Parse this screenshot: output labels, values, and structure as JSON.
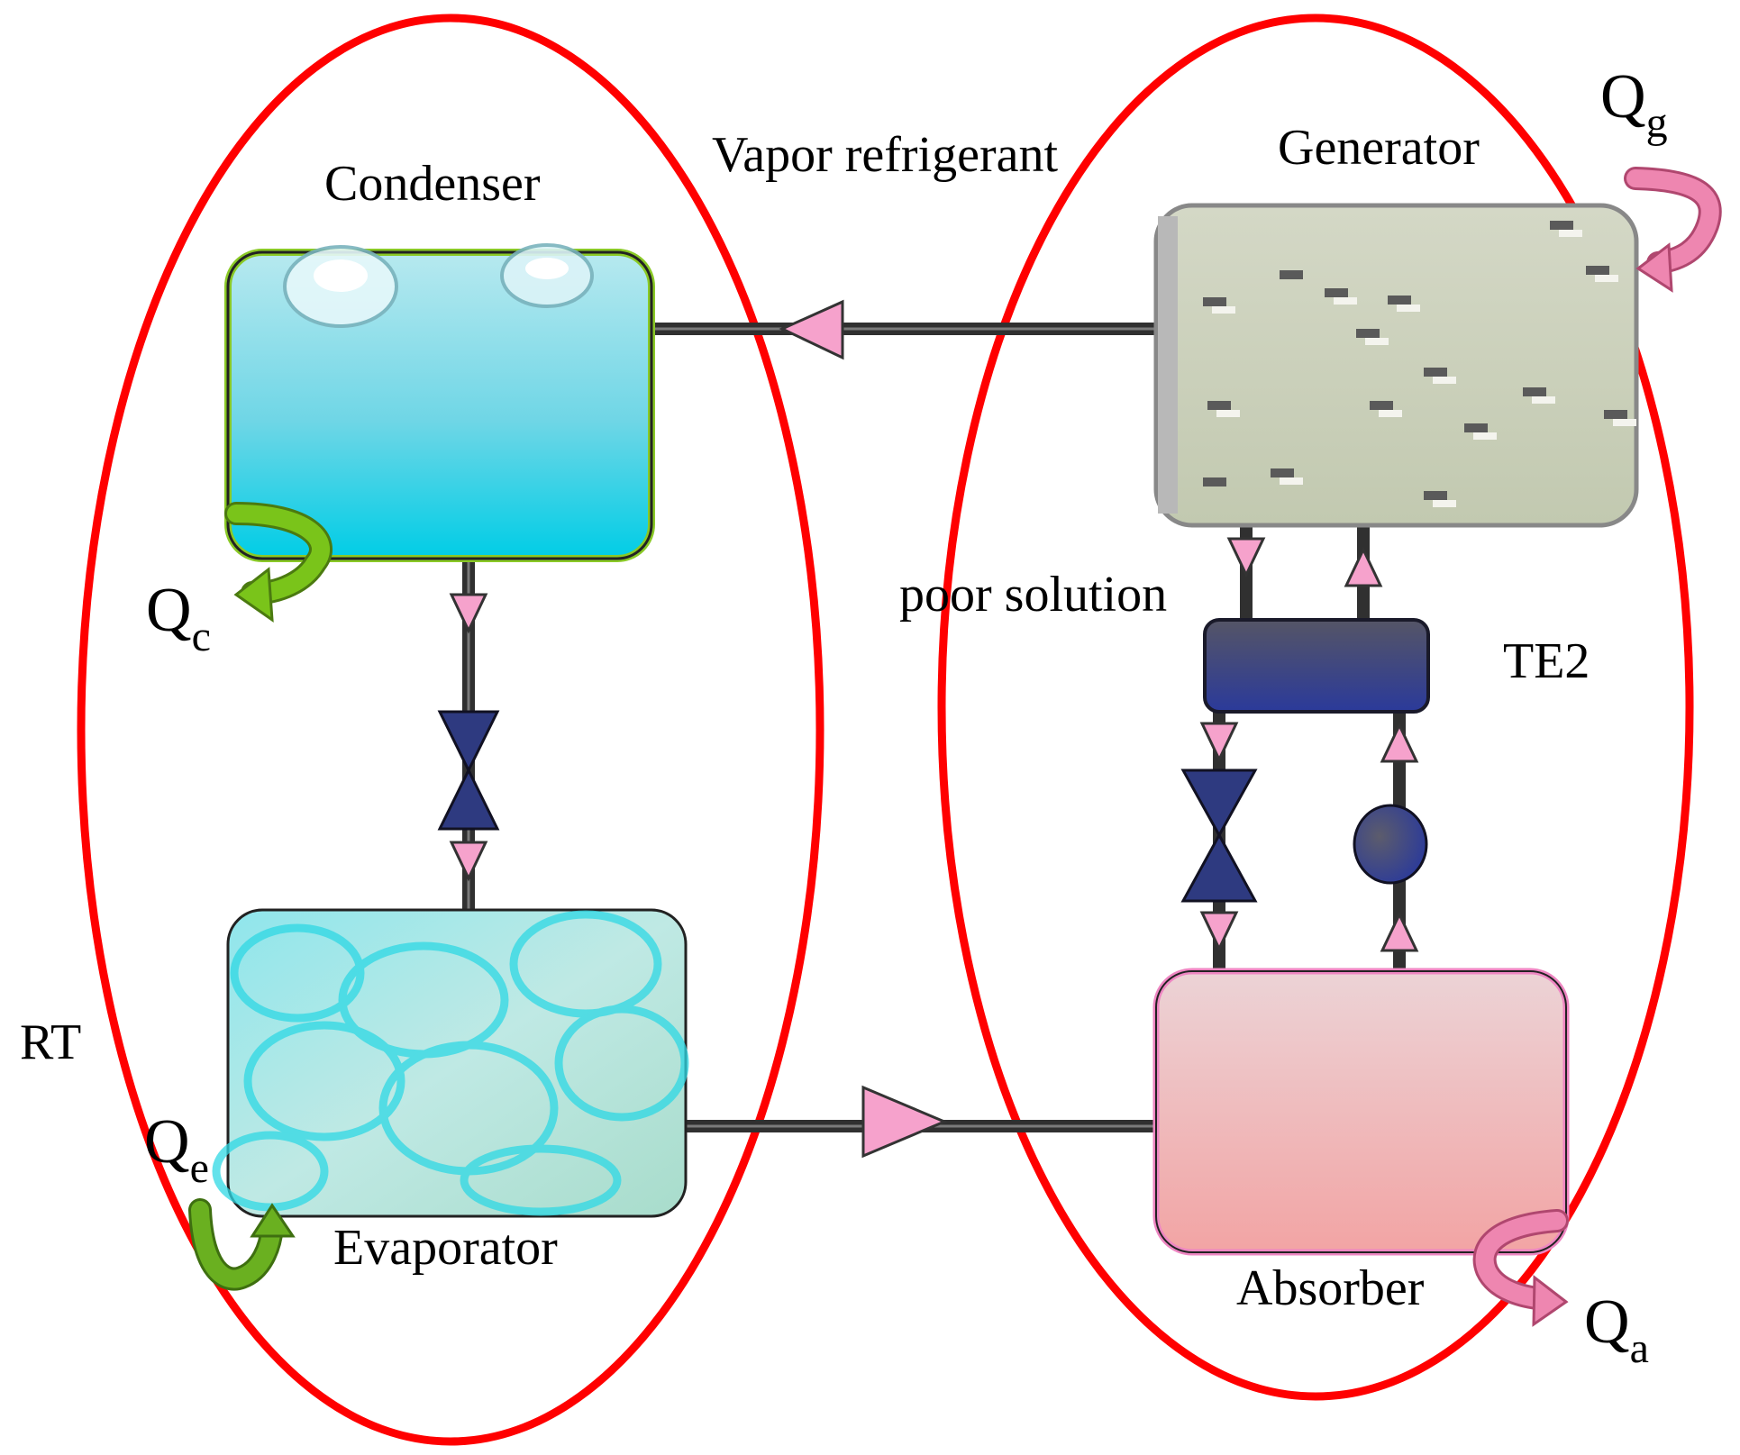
{
  "labels": {
    "condenser": "Condenser",
    "evaporator": "Evaporator",
    "generator": "Generator",
    "absorber": "Absorber",
    "vapor_refrigerant": "Vapor refrigerant",
    "poor_solution": "poor solution",
    "te2": "TE2",
    "rt": "RT"
  },
  "heat_flows": {
    "qc": {
      "symbol": "Q",
      "subscript": "c"
    },
    "qe": {
      "symbol": "Q",
      "subscript": "e"
    },
    "qg": {
      "symbol": "Q",
      "subscript": "g"
    },
    "qa": {
      "symbol": "Q",
      "subscript": "a"
    }
  },
  "colors": {
    "subsystem_outline": "#ff0000",
    "pipe": "#303030",
    "flow_arrow": "#f6a2cc",
    "valve": "#2e3a80",
    "condenser_border": "#8ac926",
    "condenser_fill": "#00c8e0",
    "evaporator_fill": "#7ee8ee",
    "generator_fill": "#c8cdb8",
    "absorber_fill": "#f2a8a8",
    "condenser_heat_arrow": "#7ac41a",
    "evaporator_heat_arrow": "#5aa018",
    "generator_heat_arrow": "#ee86b0"
  }
}
